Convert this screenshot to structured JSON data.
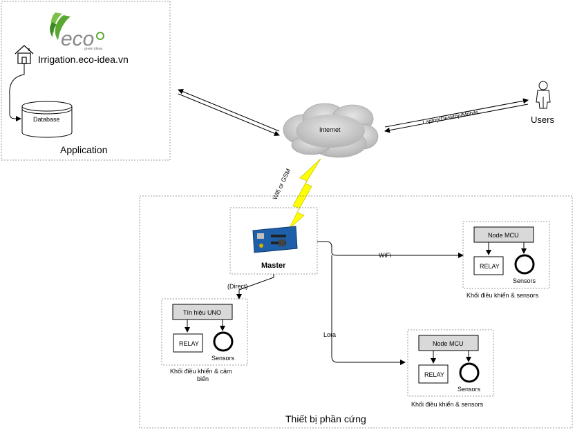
{
  "logo": {
    "brand": "eco",
    "tagline": "green ideas"
  },
  "application": {
    "site": "Irrigation.eco-idea.vn",
    "database": "Database",
    "title": "Application"
  },
  "internet": {
    "label": "Internet"
  },
  "users": {
    "title": "Users",
    "link_label": "Laptop/Desktop/Mobile"
  },
  "master_link": {
    "label": "Wifi or GSM"
  },
  "hardware": {
    "title": "Thiết bị phần cứng",
    "master": {
      "label": "Master"
    },
    "links": {
      "direct": "(Direct)",
      "wifi": "WiFi",
      "lora": "Lora"
    },
    "uno_block": {
      "controller": "Tín hiệu UNO",
      "relay": "RELAY",
      "sensors": "Sensors",
      "caption_line1": "Khối điều khiển & cảm",
      "caption_line2": "biến"
    },
    "wifi_block": {
      "controller": "Node MCU",
      "relay": "RELAY",
      "sensors": "Sensors",
      "caption": "Khối điều khiển & sensors"
    },
    "lora_block": {
      "controller": "Node MCU",
      "relay": "RELAY",
      "sensors": "Sensors",
      "caption": "Khối điều khiển & sensors"
    }
  },
  "colors": {
    "bolt": "#ffff00",
    "controller_fill": "#d9d9d9",
    "cloud": "#c8c8c8",
    "logo_green": "#5aa832",
    "board_blue": "#1d5fa8"
  }
}
